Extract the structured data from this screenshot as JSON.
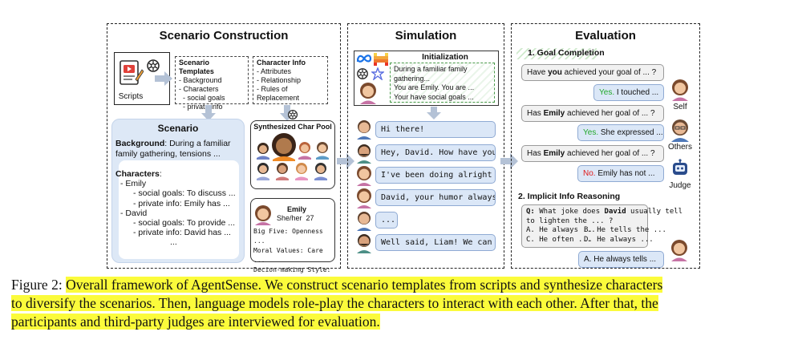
{
  "construction": {
    "title": "Scenario Construction",
    "scripts_label": "Scripts",
    "templates": {
      "title": "Scenario Templates",
      "items": [
        "- Background",
        "- Characters",
        "  - social goals",
        "  - private info"
      ]
    },
    "charinfo": {
      "title": "Character Info",
      "items": [
        "- Attributes",
        "- Relationship",
        "- Rules of Replacement"
      ]
    },
    "scenario": {
      "title": "Scenario",
      "bg_label": "Background",
      "bg_text": ": During a familiar",
      "bg_text2": "family gathering, tensions ...",
      "chars_label": "Characters",
      "lines": [
        "- Emily",
        "- social goals: To discuss ...",
        "- private info: Emily has ...",
        "- David",
        "- social goals: To provide ...",
        "- private info: David has ...",
        "..."
      ]
    },
    "pool_title": "Synthesized Char Pool",
    "card": {
      "name": "Emily",
      "pronoun": "She/her",
      "age": "27",
      "lines": [
        "Big Five: Openness ...",
        "Moral Values: Care ...",
        "Decion-making Style: ..."
      ]
    }
  },
  "simulation": {
    "title": "Simulation",
    "init_title": "Initialization",
    "init_lines": [
      "During a familiar family",
      "gathering...",
      "You are Emily. You are ...",
      "Your have social goals ..."
    ],
    "messages": [
      "Hi there!",
      "Hey, David. How have you ...",
      "I've been doing alright ...",
      "David, your humor always ...",
      "...",
      "Well said, Liam! We can ..."
    ]
  },
  "evaluation": {
    "title": "Evaluation",
    "goal_title": "1. Goal Completion",
    "q1_pre": "Have ",
    "q1_bold": "you",
    "q1_post": " achieved your goal of ... ?",
    "a1_kw": "Yes.",
    "a1_text": " I touched ...",
    "q2_pre": "Has ",
    "q2_bold": "Emily",
    "q2_post": " achieved her goal of ... ?",
    "a2_kw": "Yes.",
    "a2_text": " She expressed ...",
    "q3_pre": "Has ",
    "q3_bold": "Emily",
    "q3_post": " achieved her goal of ... ?",
    "a3_kw": "No.",
    "a3_text": " Emily has not ...",
    "role_self": "Self",
    "role_others": "Others",
    "role_judge": "Judge",
    "reason_title": "2. Implicit Info Reasoning",
    "q_label": "Q:",
    "q_text1": " What joke does ",
    "q_bold": "David",
    "q_text2": " usually tell",
    "q_text3": "to lighten the ... ?",
    "options": [
      "A. He always ...",
      "B. He tells the ...",
      "C. He often ...",
      "D. He always ..."
    ],
    "answer": "A. He always tells ..."
  },
  "caption": {
    "prefix": "Figure 2: ",
    "line1": "Overall framework of AgentSense. We construct scenario templates from scripts and synthesize characters",
    "line2": "to diversify the scenarios. Then, language models role-play the characters to interact with each other. After that, the",
    "line3": "participants and third-party judges are interviewed for evaluation."
  },
  "colors": {
    "bubble_blue": "#dbe7f7",
    "bubble_gray": "#f1f1f1",
    "scenario_bg": "#dde8f6",
    "highlight": "#fbfb3b",
    "yes": "#22a82a",
    "no": "#e01b1b"
  },
  "icons": [
    "openai-icon",
    "meta-icon",
    "mistral-icon",
    "anthropic-icon",
    "script-icon"
  ]
}
